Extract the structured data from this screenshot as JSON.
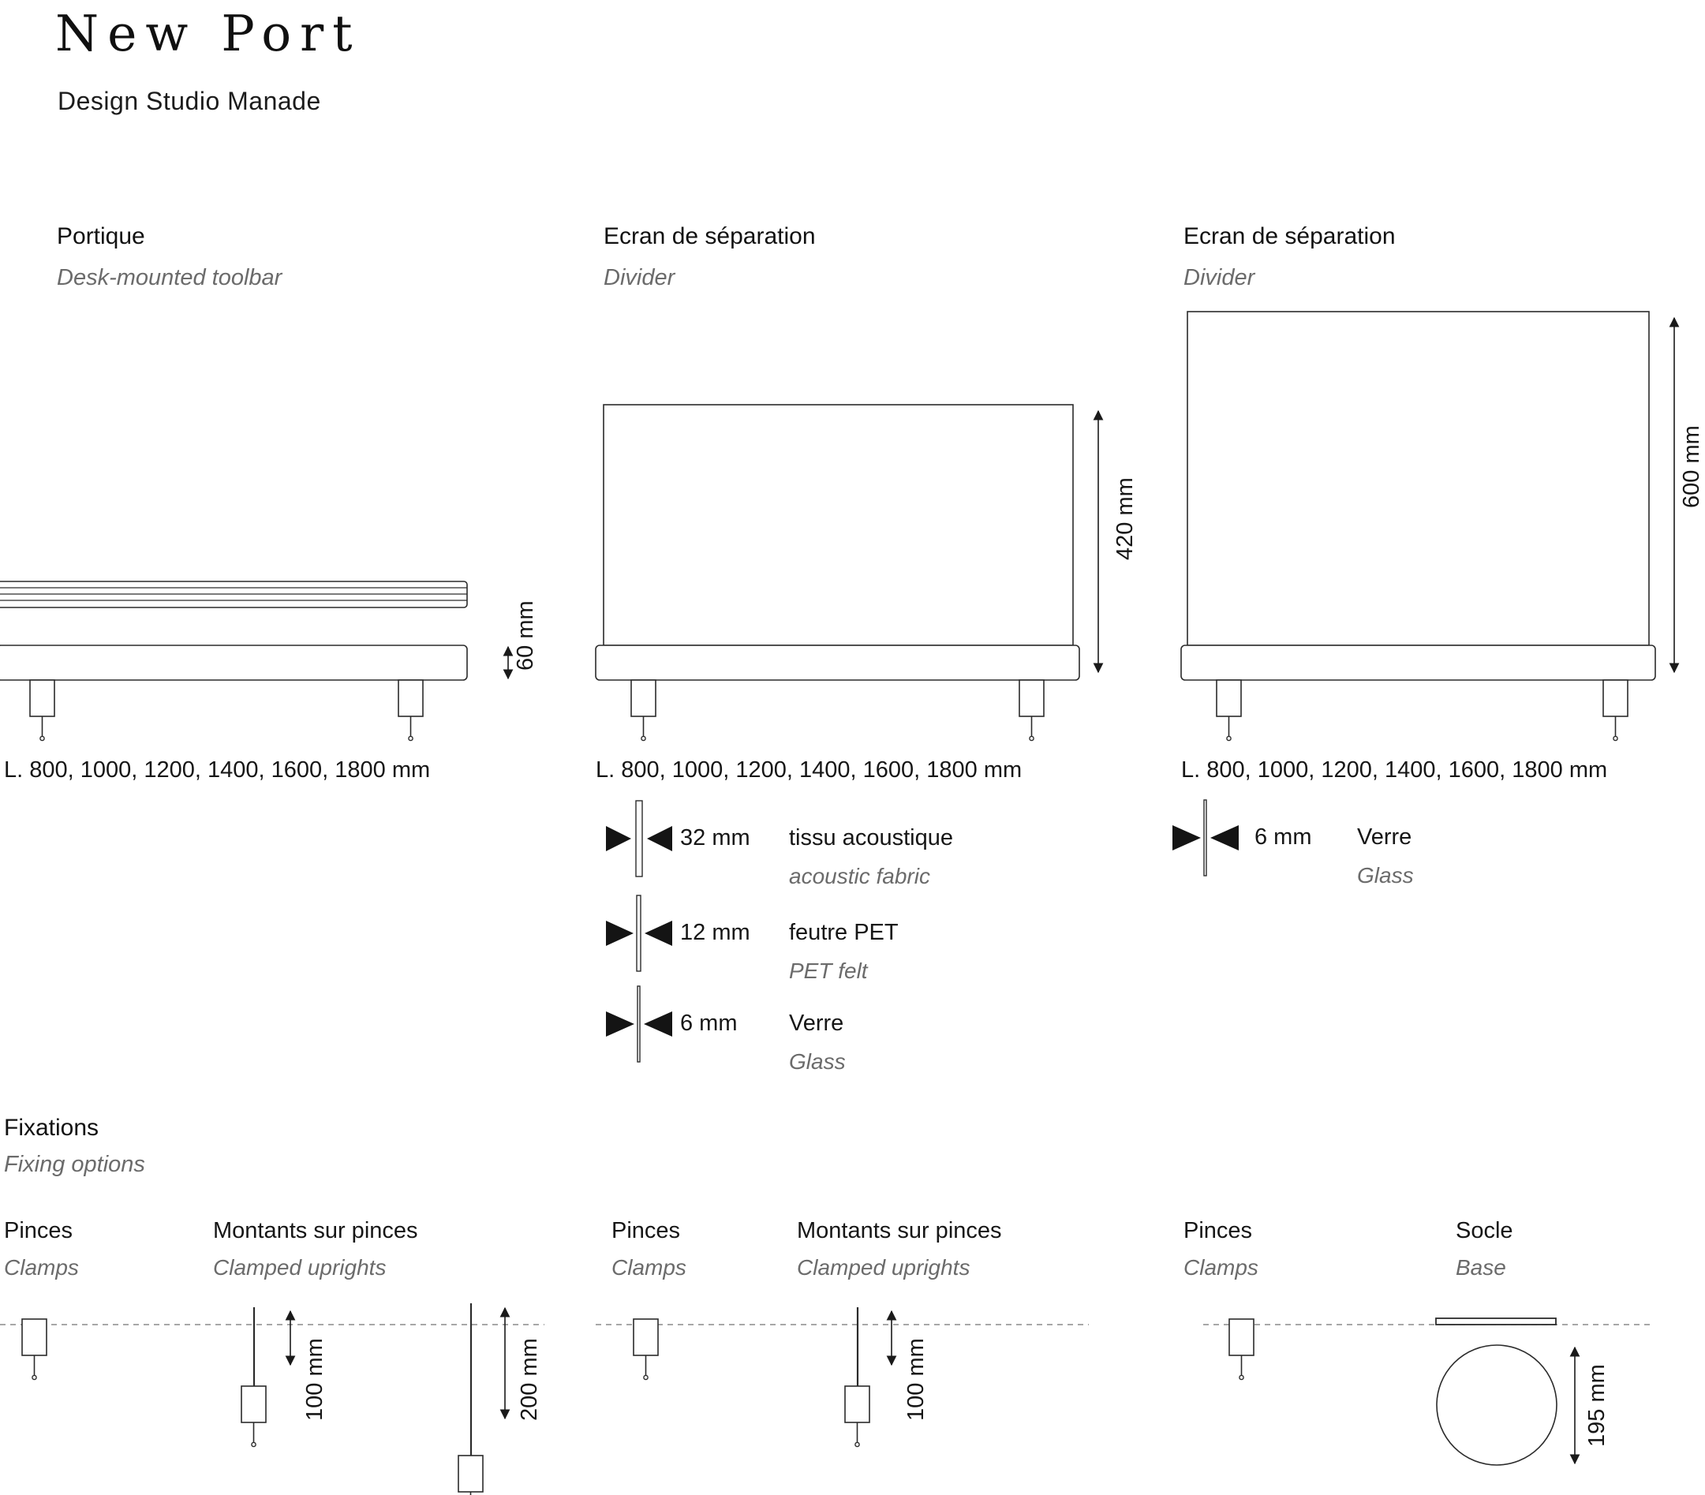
{
  "header": {
    "title": "New Port",
    "subtitle": "Design Studio Manade"
  },
  "columns": [
    {
      "title": "Portique",
      "subtitle": "Desk-mounted toolbar",
      "height_label": "60 mm",
      "lengths": "L. 800, 1000, 1200, 1400, 1600, 1800 mm"
    },
    {
      "title": "Ecran de séparation",
      "subtitle": "Divider",
      "height_label": "420 mm",
      "lengths": "L. 800, 1000, 1200, 1400, 1600, 1800 mm",
      "materials": [
        {
          "thickness": "32 mm",
          "name": "tissu acoustique",
          "name_en": "acoustic fabric"
        },
        {
          "thickness": "12 mm",
          "name": "feutre PET",
          "name_en": "PET felt"
        },
        {
          "thickness": "6 mm",
          "name": "Verre",
          "name_en": "Glass"
        }
      ]
    },
    {
      "title": "Ecran de séparation",
      "subtitle": "Divider",
      "height_label": "600 mm",
      "lengths": "L. 800, 1000, 1200, 1400, 1600, 1800 mm",
      "materials": [
        {
          "thickness": "6 mm",
          "name": "Verre",
          "name_en": "Glass"
        }
      ]
    }
  ],
  "fixations": {
    "title": "Fixations",
    "subtitle": "Fixing options",
    "items": [
      {
        "label": "Pinces",
        "label_en": "Clamps"
      },
      {
        "label": "Montants sur pinces",
        "label_en": "Clamped uprights",
        "dims": [
          "100 mm",
          "200 mm"
        ]
      },
      {
        "label": "Pinces",
        "label_en": "Clamps"
      },
      {
        "label": "Montants sur pinces",
        "label_en": "Clamped uprights",
        "dims": [
          "100 mm"
        ]
      },
      {
        "label": "Pinces",
        "label_en": "Clamps"
      },
      {
        "label": "Socle",
        "label_en": "Base",
        "dims": [
          "195 mm"
        ]
      }
    ]
  },
  "colors": {
    "line": "#2b2b2b",
    "text": "#1c1c1c",
    "muted": "#6b6b6b",
    "background": "#ffffff"
  }
}
